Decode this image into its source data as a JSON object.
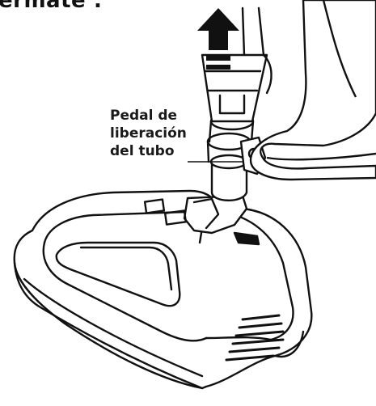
{
  "heading_fragment": "ermate :",
  "callout": {
    "line1": "Pedal de",
    "line2": "liberación",
    "line3": "del tubo"
  },
  "icons": {
    "arrow": "up-arrow-icon",
    "vacuum": "vacuum-head-illustration",
    "boot": "boot-foot-illustration"
  },
  "colors": {
    "ink": "#111111",
    "fill": "#ffffff",
    "shade": "#9a9a9a"
  }
}
